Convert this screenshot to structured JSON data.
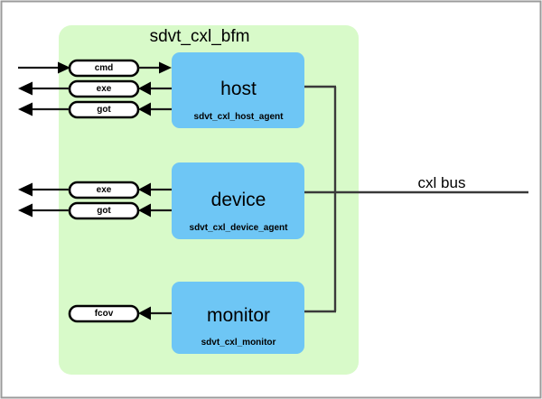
{
  "diagram": {
    "container_title": "sdvt_cxl_bfm",
    "bus_label": "cxl  bus",
    "colors": {
      "container_fill": "#d8fac9",
      "agent_fill": "#6ec6f5",
      "port_fill": "#ffffff",
      "line": "#1a1a1a",
      "frame": "#9b9b9b"
    },
    "agents": [
      {
        "id": "host",
        "title": "host",
        "subtitle": "sdvt_cxl_host_agent",
        "ports": [
          {
            "label": "cmd",
            "direction": "in"
          },
          {
            "label": "exe",
            "direction": "out"
          },
          {
            "label": "got",
            "direction": "out"
          }
        ]
      },
      {
        "id": "device",
        "title": "device",
        "subtitle": "sdvt_cxl_device_agent",
        "ports": [
          {
            "label": "exe",
            "direction": "out"
          },
          {
            "label": "got",
            "direction": "out"
          }
        ]
      },
      {
        "id": "monitor",
        "title": "monitor",
        "subtitle": "sdvt_cxl_monitor",
        "ports": [
          {
            "label": "fcov",
            "direction": "out"
          }
        ]
      }
    ]
  }
}
